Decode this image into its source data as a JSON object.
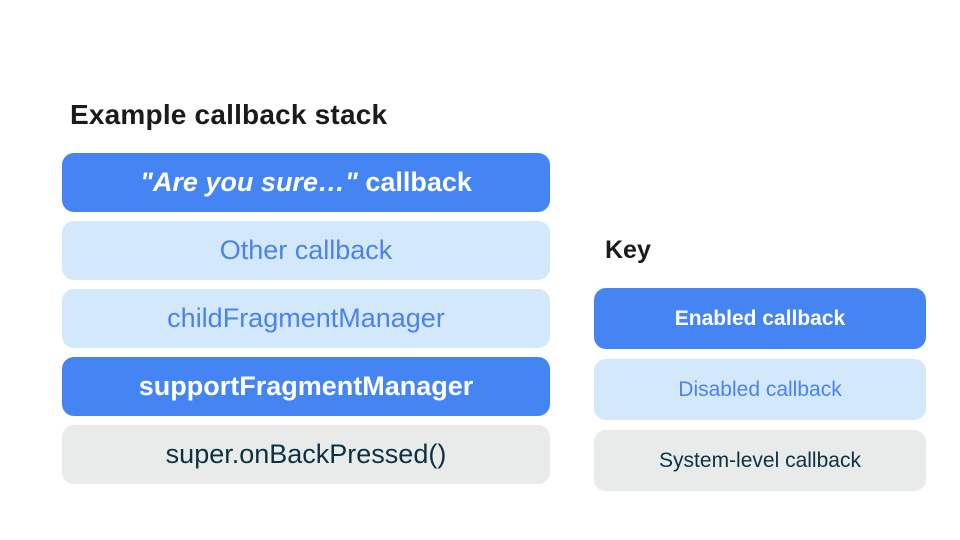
{
  "stack": {
    "title": "Example callback stack",
    "boxes": [
      {
        "label_quoted": "\"Are you sure…\"",
        "label_rest": "callback",
        "type": "enabled"
      },
      {
        "label": "Other callback",
        "type": "disabled"
      },
      {
        "label": "childFragmentManager",
        "type": "disabled"
      },
      {
        "label": "supportFragmentManager",
        "type": "enabled"
      },
      {
        "label": "super.onBackPressed()",
        "type": "system"
      }
    ]
  },
  "key": {
    "title": "Key",
    "items": [
      {
        "label": "Enabled callback",
        "type": "enabled"
      },
      {
        "label": "Disabled callback",
        "type": "disabled"
      },
      {
        "label": "System-level callback",
        "type": "system"
      }
    ]
  },
  "colors": {
    "enabled_bg": "#4484F3",
    "enabled_text": "#FFFFFF",
    "disabled_bg": "#D3E9FB",
    "disabled_text": "#4C83EA",
    "system_bg": "#E9EAEA",
    "system_text": "#0B3142",
    "heading_text": "#1B1B1B",
    "page_bg": "#FFFFFF"
  }
}
